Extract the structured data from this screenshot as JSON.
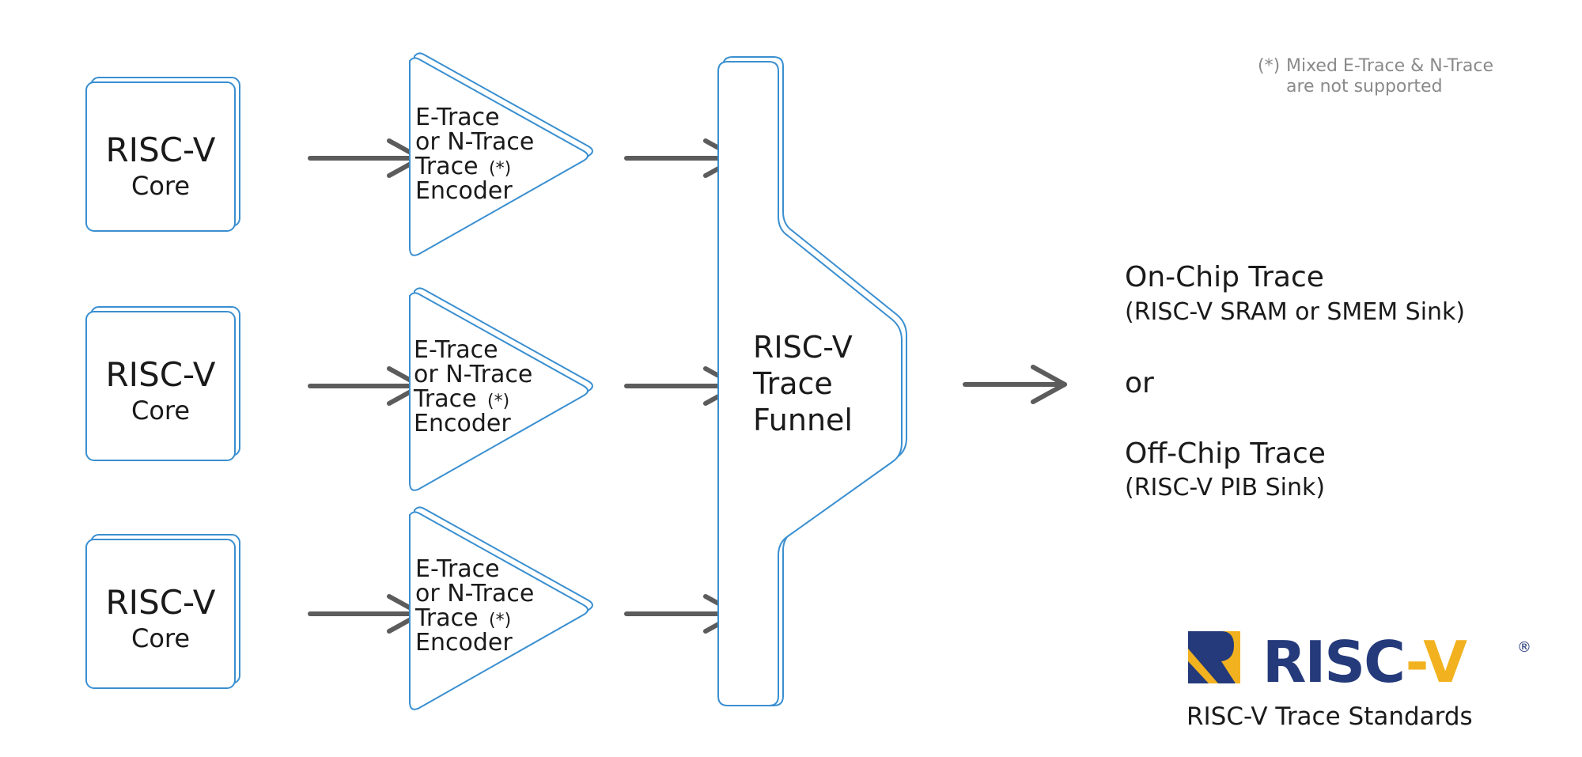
{
  "cores": [
    {
      "title": "RISC-V",
      "subtitle": "Core"
    },
    {
      "title": "RISC-V",
      "subtitle": "Core"
    },
    {
      "title": "RISC-V",
      "subtitle": "Core"
    }
  ],
  "encoders": [
    {
      "line1": "E-Trace",
      "line2": "or N-Trace",
      "line3": "Trace",
      "mark": "(*)",
      "line4": "Encoder"
    },
    {
      "line1": "E-Trace",
      "line2": "or N-Trace",
      "line3": "Trace",
      "mark": "(*)",
      "line4": "Encoder"
    },
    {
      "line1": "E-Trace",
      "line2": "or N-Trace",
      "line3": "Trace",
      "mark": "(*)",
      "line4": "Encoder"
    }
  ],
  "funnel": {
    "line1": "RISC-V",
    "line2": "Trace",
    "line3": "Funnel"
  },
  "note": {
    "mark": "(*)",
    "line1": "Mixed E-Trace & N-Trace",
    "line2": "are not supported"
  },
  "outputs": {
    "onchip_title": "On-Chip Trace",
    "onchip_sub": "(RISC-V SRAM or SMEM Sink)",
    "or": "or",
    "offchip_title": "Off-Chip Trace",
    "offchip_sub": "(RISC-V PIB Sink)"
  },
  "logo": {
    "text_blue": "RISC",
    "text_gold": "-V",
    "registered": "®",
    "caption": "RISC-V Trace Standards"
  },
  "colors": {
    "box_stroke": "#3a8fd0",
    "arrow": "#5c5c5c",
    "logo_blue": "#253a7a",
    "logo_gold": "#f2b21f"
  }
}
